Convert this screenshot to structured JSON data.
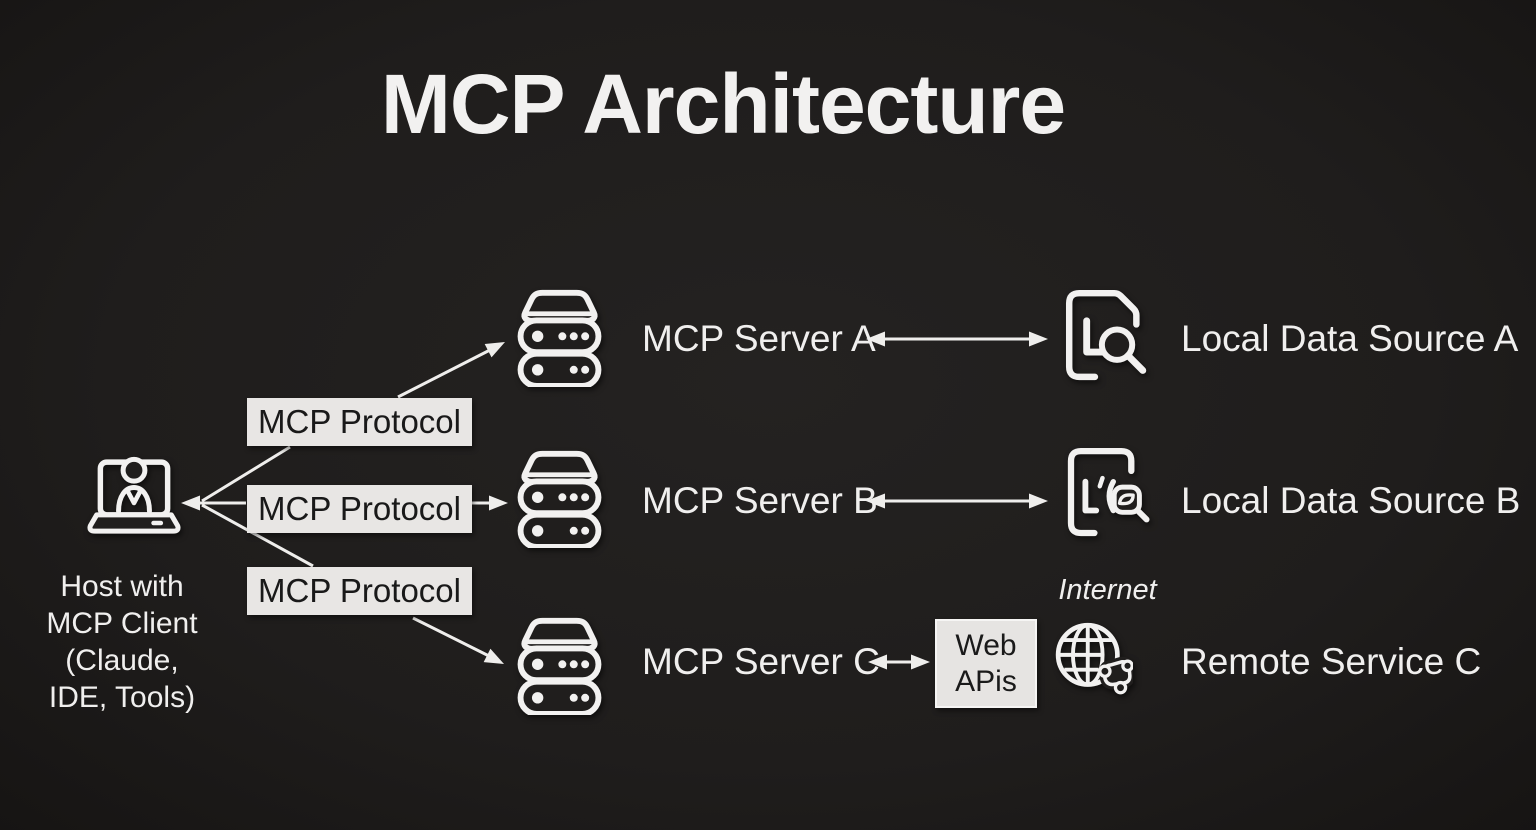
{
  "title": "MCP Architecture",
  "colors": {
    "background": "#1f1d1c",
    "foreground": "#f2f1f0",
    "box_background": "#e8e6e4",
    "box_text": "#191919"
  },
  "host": {
    "icon": "laptop-user-icon",
    "label": "Host with\nMCP Client\n(Claude,\nIDE, Tools)"
  },
  "protocol_boxes": [
    {
      "label": "MCP Protocol"
    },
    {
      "label": "MCP Protocol"
    },
    {
      "label": "MCP Protocol"
    }
  ],
  "servers": [
    {
      "icon": "database-server-icon",
      "label": "MCP Server A"
    },
    {
      "icon": "database-server-icon",
      "label": "MCP Server B"
    },
    {
      "icon": "database-server-icon",
      "label": "MCP Server C"
    }
  ],
  "data_sources": [
    {
      "icon": "document-search-icon",
      "label": "Local Data Source A"
    },
    {
      "icon": "document-search-icon",
      "label": "Local Data Source B"
    },
    {
      "icon": "globe-network-icon",
      "label": "Remote Service C",
      "annotation": "Internet"
    }
  ],
  "web_apis_box": {
    "label": "Web\nAPis"
  }
}
